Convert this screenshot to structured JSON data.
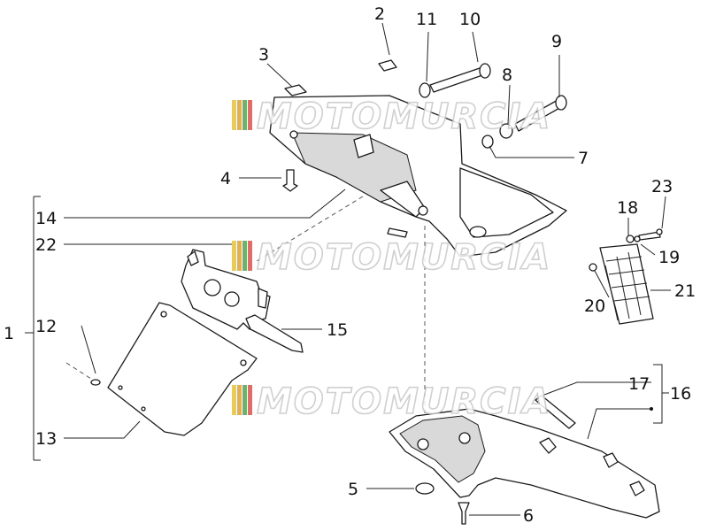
{
  "watermark": {
    "text": "MOTOMURCIA",
    "stripe_colors": [
      "#e8c23a",
      "#d9a43a",
      "#5aa35a",
      "#d9534f"
    ]
  },
  "callouts": {
    "c1": "1",
    "c2": "2",
    "c3": "3",
    "c4": "4",
    "c5": "5",
    "c6": "6",
    "c7": "7",
    "c8": "8",
    "c9": "9",
    "c10": "10",
    "c11": "11",
    "c12": "12",
    "c13": "13",
    "c14": "14",
    "c15": "15",
    "c16": "16",
    "c17": "17",
    "c18": "18",
    "c19": "19",
    "c20": "20",
    "c21": "21",
    "c22": "22",
    "c23": "23"
  }
}
